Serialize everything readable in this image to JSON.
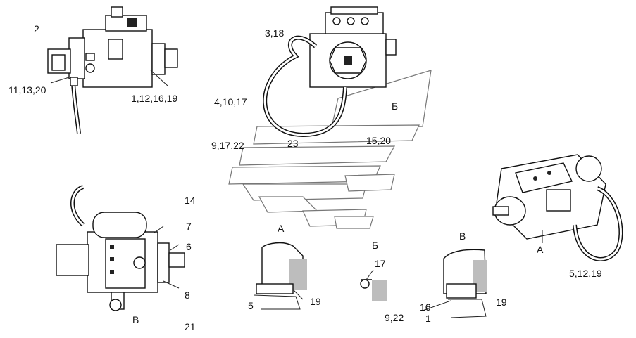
{
  "labels": {
    "l2": "2",
    "l11_13_20": "11,13,20",
    "l1_12_16_19": "1,12,16,19",
    "l3_18": "3,18",
    "l4_10_17": "4,10,17",
    "lB_cyr_top": "Б",
    "l9_17_22": "9,17,22",
    "l23": "23",
    "l15_20": "15,20",
    "l14": "14",
    "l7": "7",
    "l6": "6",
    "l8": "8",
    "lV_left": "В",
    "l21": "21",
    "lA_mid": "А",
    "lB_cyr_mid": "Б",
    "lV_mid": "В",
    "l5": "5",
    "l19_a": "19",
    "l17": "17",
    "l9_22": "9,22",
    "l16": "16",
    "l1": "1",
    "l19_b": "19",
    "lA_right": "А",
    "l5_12_19": "5,12,19"
  }
}
